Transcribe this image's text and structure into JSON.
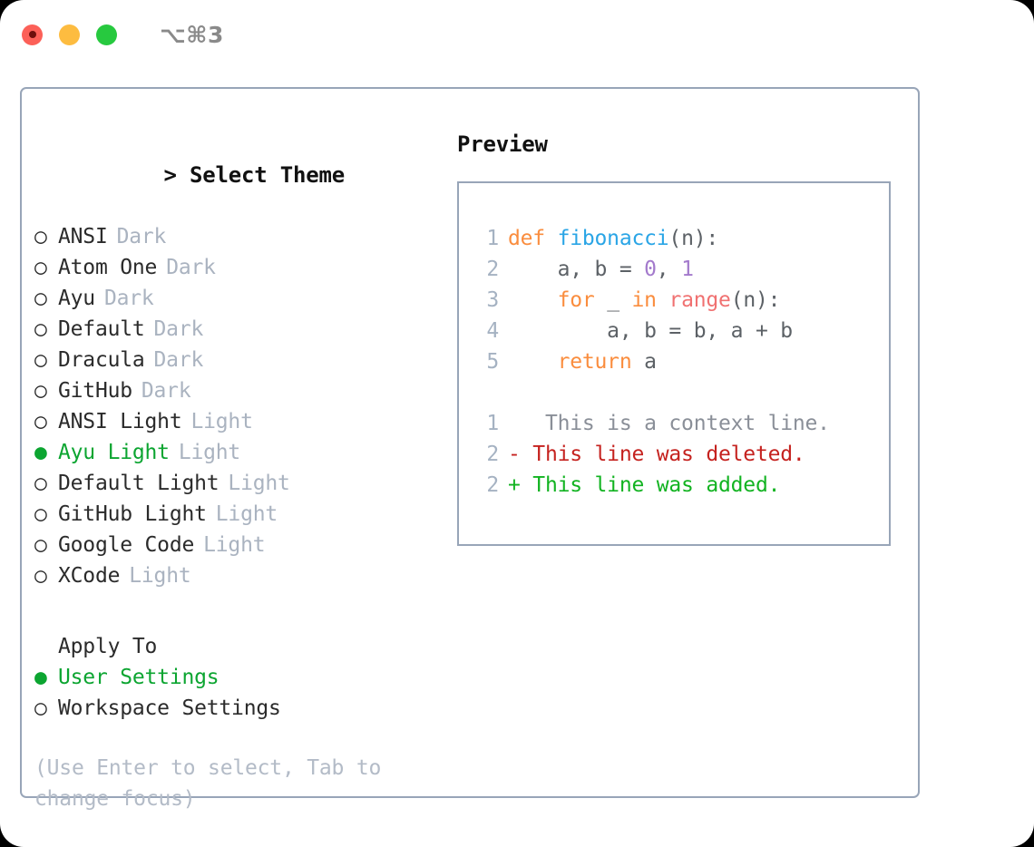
{
  "window": {
    "traffic_lights": [
      "close",
      "minimize",
      "maximize"
    ],
    "shortcut": "⌥⌘3"
  },
  "theme_section": {
    "caret": ">",
    "title": "Select Theme",
    "selected_index": 7,
    "marker_selected": "●",
    "marker_unselected": "○",
    "options": [
      {
        "name": "ANSI",
        "variant": "Dark",
        "selected": false
      },
      {
        "name": "Atom One",
        "variant": "Dark",
        "selected": false
      },
      {
        "name": "Ayu",
        "variant": "Dark",
        "selected": false
      },
      {
        "name": "Default",
        "variant": "Dark",
        "selected": false
      },
      {
        "name": "Dracula",
        "variant": "Dark",
        "selected": false
      },
      {
        "name": "GitHub",
        "variant": "Dark",
        "selected": false
      },
      {
        "name": "ANSI Light",
        "variant": "Light",
        "selected": false
      },
      {
        "name": "Ayu Light",
        "variant": "Light",
        "selected": true
      },
      {
        "name": "Default Light",
        "variant": "Light",
        "selected": false
      },
      {
        "name": "GitHub Light",
        "variant": "Light",
        "selected": false
      },
      {
        "name": "Google Code",
        "variant": "Light",
        "selected": false
      },
      {
        "name": "XCode",
        "variant": "Light",
        "selected": false
      }
    ]
  },
  "apply_section": {
    "title": "Apply To",
    "options": [
      {
        "name": "User Settings",
        "selected": true
      },
      {
        "name": "Workspace Settings",
        "selected": false
      }
    ]
  },
  "hint": "(Use Enter to select, Tab to change focus)",
  "preview": {
    "title": "Preview",
    "code_lines": [
      {
        "number": "1",
        "tokens": [
          {
            "text": "def ",
            "type": "keyword"
          },
          {
            "text": "fibonacci",
            "type": "function"
          },
          {
            "text": "(n):",
            "type": "plain"
          }
        ]
      },
      {
        "number": "2",
        "tokens": [
          {
            "text": "    a, b = ",
            "type": "plain"
          },
          {
            "text": "0",
            "type": "number"
          },
          {
            "text": ", ",
            "type": "plain"
          },
          {
            "text": "1",
            "type": "number"
          }
        ]
      },
      {
        "number": "3",
        "tokens": [
          {
            "text": "    ",
            "type": "plain"
          },
          {
            "text": "for",
            "type": "keyword"
          },
          {
            "text": " _ ",
            "type": "plain"
          },
          {
            "text": "in",
            "type": "keyword"
          },
          {
            "text": " ",
            "type": "plain"
          },
          {
            "text": "range",
            "type": "builtin"
          },
          {
            "text": "(n):",
            "type": "plain"
          }
        ]
      },
      {
        "number": "4",
        "tokens": [
          {
            "text": "        a, b = b, a + b",
            "type": "plain"
          }
        ]
      },
      {
        "number": "5",
        "tokens": [
          {
            "text": "    ",
            "type": "plain"
          },
          {
            "text": "return",
            "type": "keyword"
          },
          {
            "text": " a",
            "type": "plain"
          }
        ]
      }
    ],
    "diff_lines": [
      {
        "number": "1",
        "marker": " ",
        "text": "  This is a context line.",
        "type": "context"
      },
      {
        "number": "2",
        "marker": "-",
        "text": " This line was deleted.",
        "type": "deleted"
      },
      {
        "number": "2",
        "marker": "+",
        "text": " This line was added.",
        "type": "added"
      }
    ]
  },
  "colors": {
    "accent_green": "#0ca531",
    "border": "#98a5b8",
    "muted": "#aab3c0",
    "hint": "#b3bbc7",
    "keyword": "#fa8d3e",
    "function": "#2aa5e6",
    "number": "#a37acc",
    "builtin": "#f07171",
    "diff_deleted": "#c5221f",
    "diff_added": "#12b321",
    "diff_context": "#8a8f98"
  }
}
